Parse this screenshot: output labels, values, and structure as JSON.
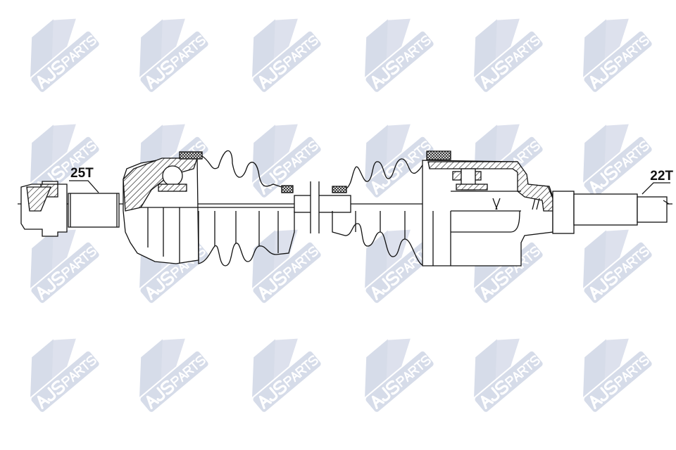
{
  "watermark": {
    "brand": "AJS",
    "sub": "PARTS",
    "color": "#c9d0e2"
  },
  "labels": {
    "outer_spline": "25T",
    "inner_spline": "22T"
  }
}
